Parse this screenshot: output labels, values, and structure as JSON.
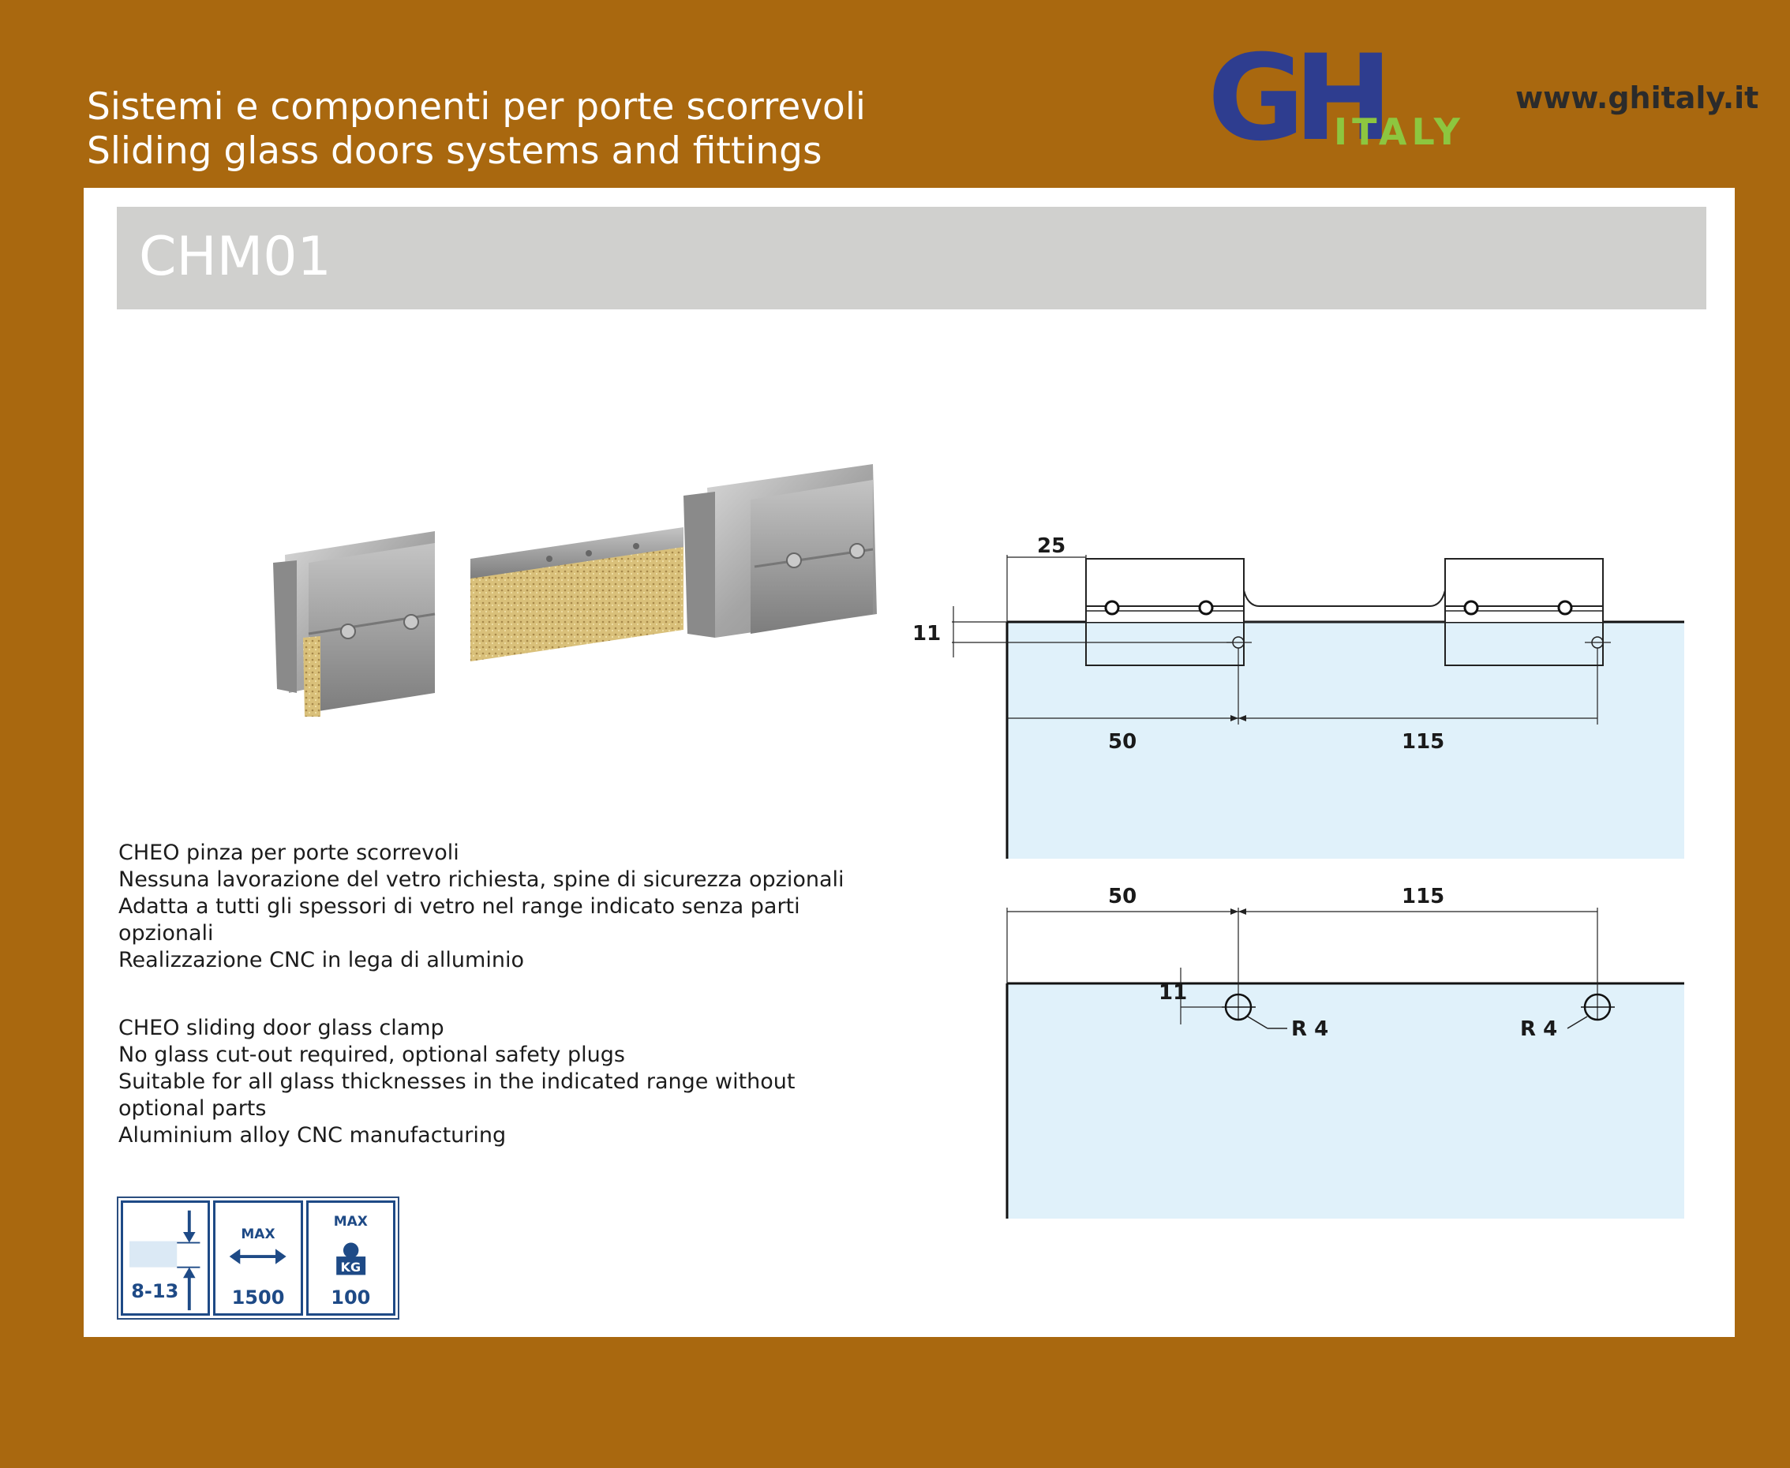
{
  "header": {
    "line_it": "Sistemi e componenti per porte scorrevoli",
    "line_en": "Sliding glass doors systems and fittings",
    "logo_main": "GH",
    "logo_sub": "ITALY",
    "website": "www.ghitaly.it"
  },
  "product": {
    "code": "CHM01"
  },
  "description_it": [
    "CHEO pinza per porte scorrevoli",
    "Nessuna lavorazione del vetro richiesta, spine di sicurezza opzionali",
    "Adatta a tutti gli spessori di vetro nel range indicato senza parti",
    "opzionali",
    "Realizzazione CNC in lega di alluminio"
  ],
  "description_en": [
    "CHEO sliding door glass clamp",
    "No glass cut-out required, optional safety plugs",
    "Suitable for all glass thicknesses in the indicated range without",
    "optional parts",
    "Aluminium alloy CNC manufacturing"
  ],
  "drawing_top": {
    "dim_offset": "25",
    "dim_height": "11",
    "dim_left": "50",
    "dim_spacing": "115"
  },
  "drawing_bottom": {
    "dim_left": "50",
    "dim_spacing": "115",
    "dim_height": "11",
    "radius_left": "R 4",
    "radius_right": "R 4"
  },
  "specs": {
    "thickness": {
      "value": "8-13",
      "icon": "glass-thickness-icon"
    },
    "width": {
      "label": "MAX",
      "value": "1500",
      "icon": "max-width-icon"
    },
    "weight": {
      "label": "MAX",
      "unit": "KG",
      "value": "100",
      "icon": "max-weight-icon"
    }
  },
  "colors": {
    "background": "#a9680f",
    "glass": "#e0f1fa",
    "icon_blue": "#1e4a86",
    "logo_blue": "#2e3d8f",
    "logo_green": "#8dc63f"
  }
}
